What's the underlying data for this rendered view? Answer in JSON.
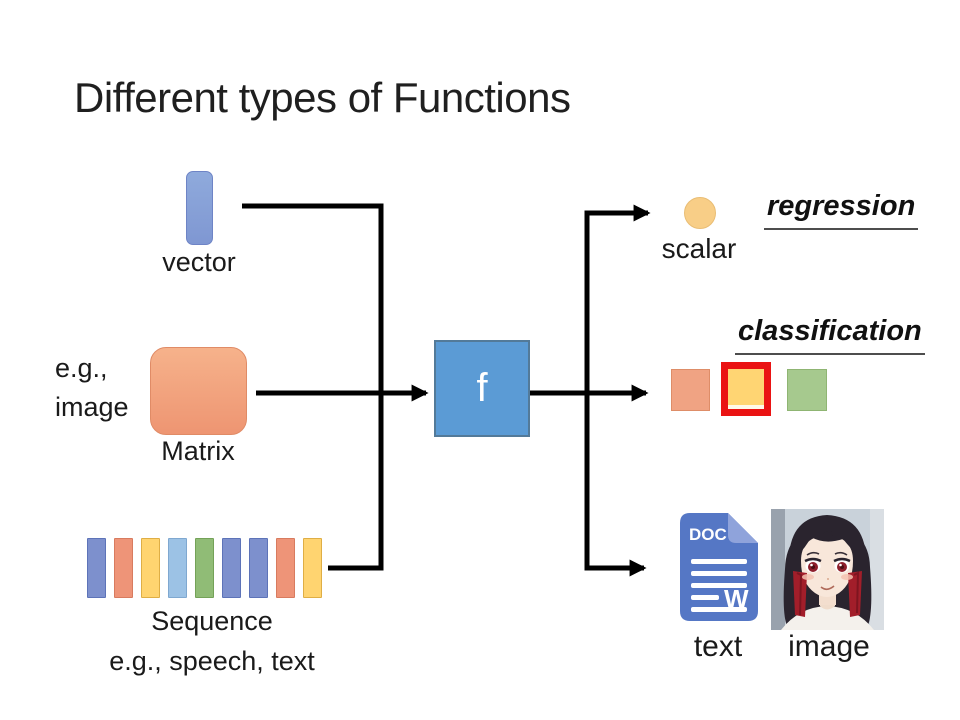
{
  "title": "Different types of Functions",
  "inputs": {
    "vector": {
      "label": "vector"
    },
    "matrix": {
      "label": "Matrix",
      "annotation_line1": "e.g.,",
      "annotation_line2": "image"
    },
    "sequence": {
      "label": "Sequence",
      "annotation": "e.g., speech, text",
      "bars": [
        {
          "fill": "#7D90CD",
          "border": "#5D73B8"
        },
        {
          "fill": "#EE9478",
          "border": "#D87B5F"
        },
        {
          "fill": "#FFD470",
          "border": "#DFAE45"
        },
        {
          "fill": "#9CC2E5",
          "border": "#7FA8D0"
        },
        {
          "fill": "#90BC76",
          "border": "#74A258"
        },
        {
          "fill": "#7D90CD",
          "border": "#5D73B8"
        },
        {
          "fill": "#7D90CD",
          "border": "#5D73B8"
        },
        {
          "fill": "#EE9478",
          "border": "#D87B5F"
        },
        {
          "fill": "#FFD470",
          "border": "#DFAE45"
        }
      ]
    }
  },
  "function_box": {
    "label": "f"
  },
  "outputs": {
    "scalar": {
      "label": "scalar",
      "task": "regression"
    },
    "classes": {
      "task": "classification"
    },
    "text": {
      "label": "text",
      "doc_badge": "DOC",
      "doc_letter": "W"
    },
    "image": {
      "label": "image"
    }
  },
  "colors": {
    "ink": "#1a1a1a",
    "vector_fill": "#8FAADC",
    "vector_border": "#6E84C6",
    "matrix_top": "#F6B28B",
    "matrix_bottom": "#EE9572",
    "matrix_border": "#E08B66",
    "f_fill": "#5B9BD5",
    "f_border": "#537A99",
    "scalar_fill": "#F8CE87",
    "scalar_border": "#E9BD74",
    "class_orange": "#F0A383",
    "class_orange_border": "#DE8D68",
    "class_yellow": "#FFD573",
    "class_red": "#EA1313",
    "class_green": "#A6C98E",
    "class_green_border": "#8FB573",
    "doc_blue": "#5577C5",
    "doc_fold": "#8FA3DB",
    "underline": "#4D4D4D",
    "arrow": "#000000"
  }
}
